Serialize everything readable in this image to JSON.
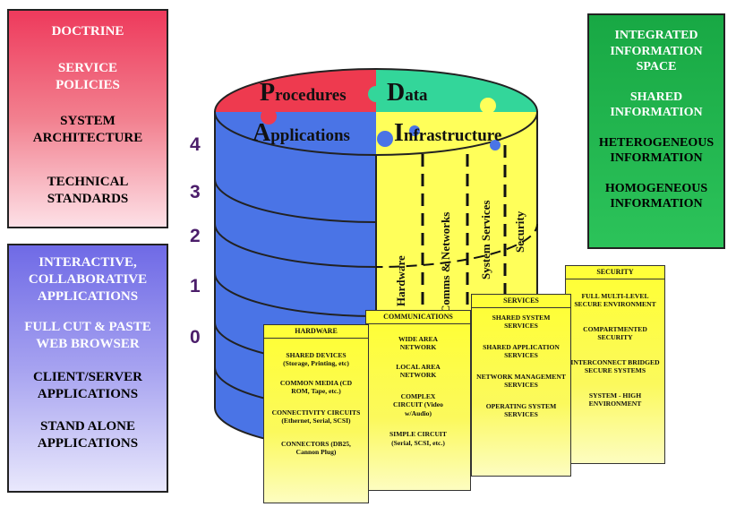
{
  "doctrine": {
    "items": [
      {
        "text": "DOCTRINE",
        "color": "white"
      },
      {
        "text": "SERVICE POLICIES",
        "color": "white"
      },
      {
        "text": "SYSTEM ARCHITECTURE",
        "color": "black"
      },
      {
        "text": "TECHNICAL STANDARDS",
        "color": "black"
      }
    ],
    "color": "#ee3a5c"
  },
  "applications_box": {
    "items": [
      {
        "text": "INTERACTIVE, COLLABORATIVE APPLICATIONS",
        "color": "white"
      },
      {
        "text": "FULL CUT & PASTE WEB BROWSER",
        "color": "white"
      },
      {
        "text": "CLIENT/SERVER APPLICATIONS",
        "color": "black"
      },
      {
        "text": "STAND ALONE APPLICATIONS",
        "color": "black"
      }
    ],
    "color": "#6f6ae6"
  },
  "information_box": {
    "items": [
      {
        "text": "INTEGRATED INFORMATION SPACE",
        "color": "white"
      },
      {
        "text": "SHARED INFORMATION",
        "color": "white"
      },
      {
        "text": "HETEROGENEOUS INFORMATION",
        "color": "black"
      },
      {
        "text": "HOMOGENEOUS INFORMATION",
        "color": "black"
      }
    ],
    "color": "#18a844"
  },
  "levels": [
    "4",
    "3",
    "2",
    "1",
    "0"
  ],
  "cylinder": {
    "procedures": {
      "cap": "P",
      "rest": "rocedures"
    },
    "data": {
      "cap": "D",
      "rest": "ata"
    },
    "applications": {
      "cap": "A",
      "rest": "pplications"
    },
    "infrastructure": {
      "cap": "I",
      "rest": "nfrastructure"
    },
    "columns": [
      "Hardware",
      "Comms & Networks",
      "System Services",
      "Security"
    ],
    "colors": {
      "procedures": "#ee3a4f",
      "data": "#33d69a",
      "applications": "#4a74e6",
      "infrastructure": "#ffff5a"
    }
  },
  "cards": [
    {
      "title": "HARDWARE",
      "entries": [
        "SHARED DEVICES (Storage, Printing, etc)",
        "COMMON MEDIA (CD ROM, Tape, etc.)",
        "CONNECTIVITY CIRCUITS (Ethernet, Serial, SCSI)",
        "CONNECTORS (DB25, Cannon Plug)"
      ]
    },
    {
      "title": "COMMUNICATIONS",
      "entries": [
        "WIDE AREA NETWORK",
        "LOCAL AREA NETWORK",
        "COMPLEX CIRCUIT (Video w/Audio)",
        "SIMPLE CIRCUIT (Serial, SCSI, etc.)"
      ]
    },
    {
      "title": "SERVICES",
      "entries": [
        "SHARED SYSTEM SERVICES",
        "SHARED APPLICATION SERVICES",
        "NETWORK MANAGEMENT SERVICES",
        "OPERATING SYSTEM SERVICES"
      ]
    },
    {
      "title": "SECURITY",
      "entries": [
        "FULL MULTI-LEVEL SECURE ENVIRONMENT",
        "COMPARTMENTED SECURITY",
        "INTERCONNECT BRIDGED SECURE SYSTEMS",
        "SYSTEM - HIGH ENVIRONMENT"
      ]
    }
  ]
}
